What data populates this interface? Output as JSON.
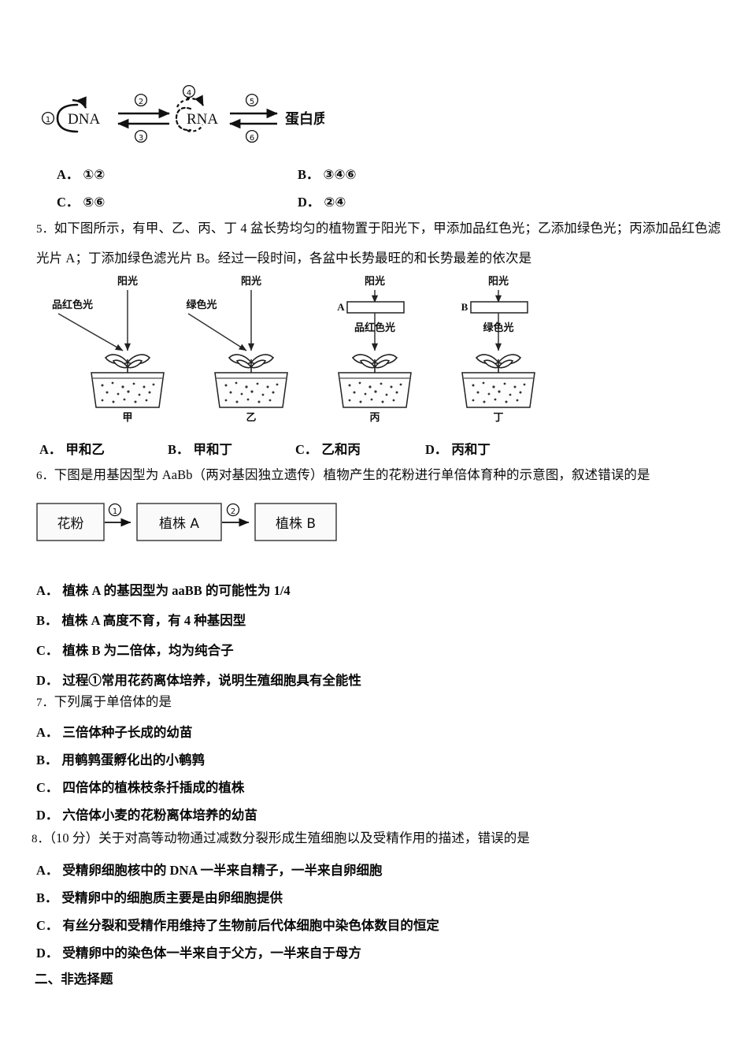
{
  "document": {
    "type": "biology-exam-paper",
    "language": "zh-CN"
  },
  "diagram_dna": {
    "name": "central-dogma-diagram",
    "marker_1": "①",
    "node_dna": "DNA",
    "marker_2": "②",
    "marker_3": "③",
    "marker_4": "④",
    "node_rna": "RNA",
    "marker_5": "⑤",
    "marker_6": "⑥",
    "node_protein": "蛋白质"
  },
  "question_4_options": {
    "a_label": "A．",
    "a_text": "①②",
    "b_label": "B．",
    "b_text": "③④⑥",
    "c_label": "C．",
    "c_text": "⑤⑥",
    "d_label": "D．",
    "d_text": "②④"
  },
  "question_5": {
    "number": "5．",
    "stem_line1": "如下图所示，有甲、乙、丙、丁 4 盆长势均匀的植物置于阳光下，甲添加品红色光；乙添加绿色光；丙添加品红色滤",
    "stem_line2": "光片 A；丁添加绿色滤光片 B。经过一段时间，各盆中长势最旺的和长势最差的依次是",
    "diagram": {
      "name": "four-pot-light-experiment",
      "pots": [
        {
          "id": "pot-jia",
          "sunlight_label": "阳光",
          "side_light_label": "品红色光",
          "filter_label": "",
          "under_filter_label": "",
          "caption": "甲"
        },
        {
          "id": "pot-yi",
          "sunlight_label": "阳光",
          "side_light_label": "绿色光",
          "filter_label": "",
          "under_filter_label": "",
          "caption": "乙"
        },
        {
          "id": "pot-bing",
          "sunlight_label": "阳光",
          "side_light_label": "",
          "filter_label": "A",
          "under_filter_label": "品红色光",
          "caption": "丙"
        },
        {
          "id": "pot-ding",
          "sunlight_label": "阳光",
          "side_light_label": "",
          "filter_label": "B",
          "under_filter_label": "绿色光",
          "caption": "丁"
        }
      ]
    },
    "options": {
      "a_label": "A．",
      "a_text": "甲和乙",
      "b_label": "B．",
      "b_text": "甲和丁",
      "c_label": "C．",
      "c_text": "乙和丙",
      "d_label": "D．",
      "d_text": "丙和丁"
    }
  },
  "question_6": {
    "number": "6．",
    "stem": "下图是用基因型为 AaBb（两对基因独立遗传）植物产生的花粉进行单倍体育种的示意图，叙述错误的是",
    "diagram": {
      "name": "haploid-breeding-flowchart",
      "box1": "花粉",
      "arrow1": "①",
      "box2": "植株 A",
      "arrow2": "②",
      "box3": "植株 B"
    },
    "options": {
      "a_label": "A．",
      "a_text": "植株 A 的基因型为 aaBB 的可能性为 1/4",
      "b_label": "B．",
      "b_text": "植株 A 高度不育，有 4 种基因型",
      "c_label": "C．",
      "c_text": "植株 B 为二倍体，均为纯合子",
      "d_label": "D．",
      "d_text": "过程①常用花药离体培养，说明生殖细胞具有全能性"
    }
  },
  "question_7": {
    "number": "7．",
    "stem": "下列属于单倍体的是",
    "options": {
      "a_label": "A．",
      "a_text": "三倍体种子长成的幼苗",
      "b_label": "B．",
      "b_text": "用鹌鹑蛋孵化出的小鹌鹑",
      "c_label": "C．",
      "c_text": "四倍体的植株枝条扦插成的植株",
      "d_label": "D．",
      "d_text": "六倍体小麦的花粉离体培养的幼苗"
    }
  },
  "question_8": {
    "number": "8．",
    "stem": "（10 分）关于对高等动物通过减数分裂形成生殖细胞以及受精作用的描述，错误的是",
    "options": {
      "a_label": "A．",
      "a_text": "受精卵细胞核中的 DNA 一半来自精子，一半来自卵细胞",
      "b_label": "B．",
      "b_text": "受精卵中的细胞质主要是由卵细胞提供",
      "c_label": "C．",
      "c_text": "有丝分裂和受精作用维持了生物前后代体细胞中染色体数目的恒定",
      "d_label": "D．",
      "d_text": "受精卵中的染色体一半来自于父方，一半来自于母方"
    }
  },
  "section_two": {
    "heading": "二、非选择题"
  }
}
